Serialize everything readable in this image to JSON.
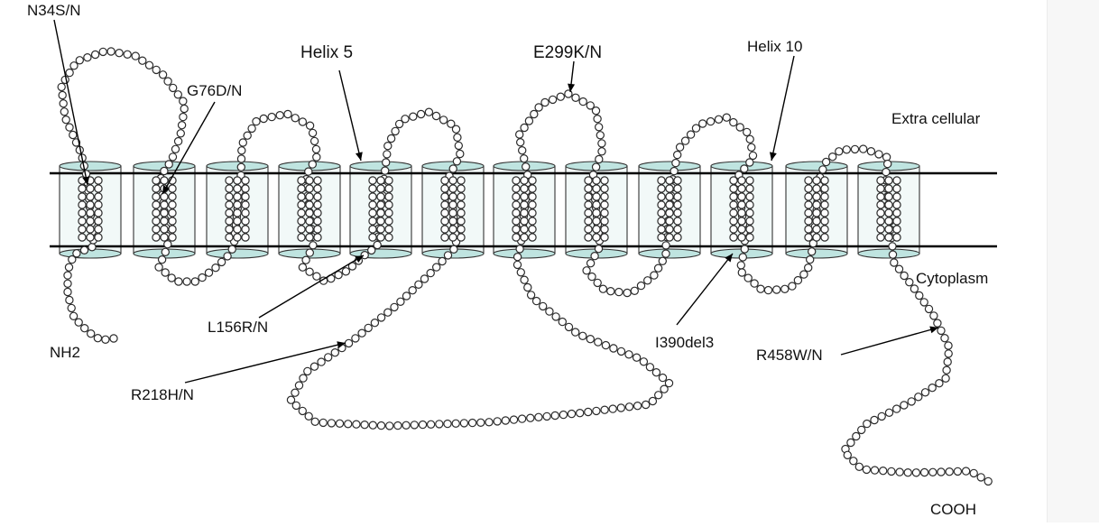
{
  "labels": {
    "n34s": "N34S/N",
    "g76d": "G76D/N",
    "helix5": "Helix 5",
    "e299k": "E299K/N",
    "helix10": "Helix 10",
    "extracellular": "Extra cellular",
    "cytoplasm": "Cytoplasm",
    "nh2": "NH2",
    "l156r": "L156R/N",
    "r218h": "R218H/N",
    "i390del3": "I390del3",
    "r458w": "R458W/N",
    "cooh": "COOH"
  },
  "helix_count": 12
}
